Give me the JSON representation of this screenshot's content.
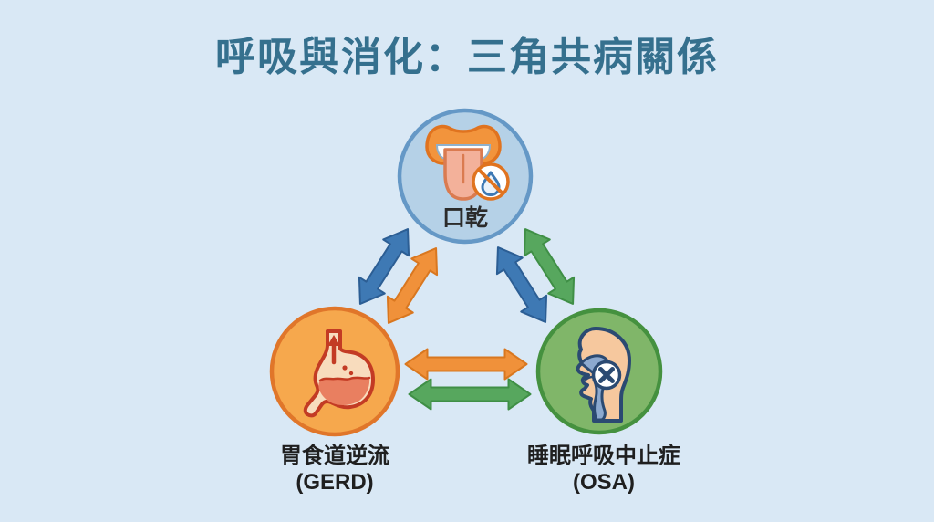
{
  "title": "呼吸與消化：三角共病關係",
  "nodes": {
    "dry_mouth": {
      "label": "口乾",
      "icon": "tongue-no-saliva-icon",
      "fill": "#b5d1e7",
      "border": "#6598c6"
    },
    "gerd": {
      "label": "胃食道逆流",
      "abbr": "(GERD)",
      "icon": "stomach-reflux-icon",
      "fill": "#f6a84d",
      "border": "#e0762a"
    },
    "osa": {
      "label": "睡眠呼吸中止症",
      "abbr": "(OSA)",
      "icon": "blocked-airway-icon",
      "fill": "#80b669",
      "border": "#45913f"
    }
  },
  "edges": [
    {
      "from": "dry_mouth",
      "to": "gerd",
      "type": "bidirectional-double-arrow-pair",
      "arrow_colors": [
        "#3e79b4",
        "#f0913a"
      ]
    },
    {
      "from": "dry_mouth",
      "to": "osa",
      "type": "bidirectional-double-arrow-pair",
      "arrow_colors": [
        "#3e79b4",
        "#57a75e"
      ]
    },
    {
      "from": "gerd",
      "to": "osa",
      "type": "bidirectional-double-arrow-pair",
      "arrow_colors": [
        "#f0913a",
        "#57a75e"
      ]
    }
  ],
  "colors": {
    "background": "#d9e8f5",
    "title_text": "#35708e",
    "label_text": "#1f1f1f",
    "arrow_blue": "#3e79b4",
    "arrow_orange": "#f0913a",
    "arrow_green": "#57a75e"
  }
}
